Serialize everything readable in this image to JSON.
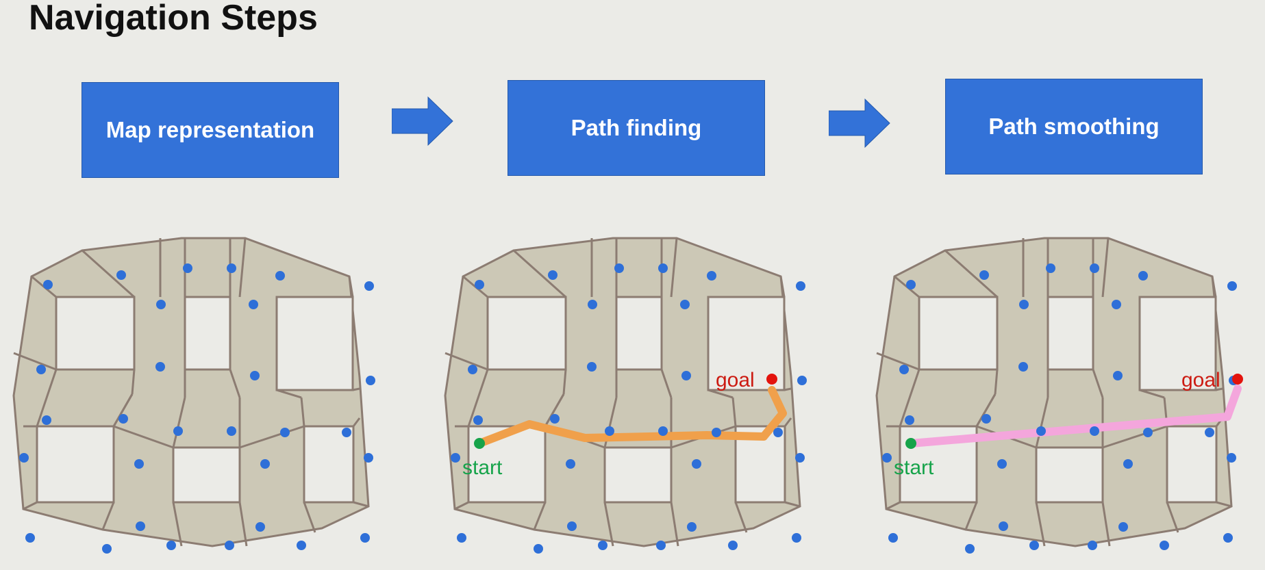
{
  "title": "Navigation Steps",
  "steps": [
    {
      "label": "Map representation"
    },
    {
      "label": "Path finding"
    },
    {
      "label": "Path smoothing"
    }
  ],
  "colors": {
    "step_fill": "#3372d8",
    "walkable": "#ccc8b6",
    "edge": "#8c7c72",
    "node": "#2e6fd8",
    "start": "#16a34a",
    "goal": "#e3130d",
    "path_found": "#f0a04b",
    "path_smooth": "#f4a6dc"
  },
  "panels": [
    {
      "name": "map-representation",
      "path": null
    },
    {
      "name": "path-finding",
      "path": "found",
      "start_label": "start",
      "goal_label": "goal"
    },
    {
      "name": "path-smoothing",
      "path": "smoothed",
      "start_label": "start",
      "goal_label": "goal"
    }
  ]
}
